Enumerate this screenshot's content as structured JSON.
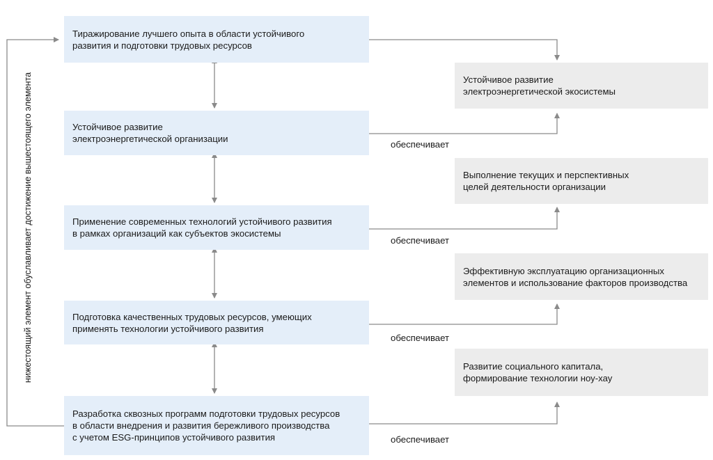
{
  "colors": {
    "left_box_bg": "#e4eef9",
    "right_box_bg": "#ececec",
    "connector": "#8a8a8a"
  },
  "left_boxes": [
    {
      "text": "Тиражирование лучшего опыта в области устойчивого\nразвития и подготовки трудовых ресурсов"
    },
    {
      "text": "Устойчивое развитие\nэлектроэнергетической организации"
    },
    {
      "text": "Применение современных технологий устойчивого развития\nв рамках организаций как субъектов экосистемы"
    },
    {
      "text": "Подготовка качественных трудовых ресурсов, умеющих\nприменять технологии устойчивого развития"
    },
    {
      "text": "Разработка сквозных программ подготовки трудовых ресурсов\nв области внедрения и развития бережливого производства\nс учетом ESG-принципов устойчивого развития"
    }
  ],
  "right_boxes": [
    {
      "text": "Устойчивое развитие\nэлектроэнергетической экосистемы"
    },
    {
      "text": "Выполнение текущих и перспективных\nцелей деятельности организации"
    },
    {
      "text": "Эффективную эксплуатацию организационных\nэлементов и использование факторов производства"
    },
    {
      "text": "Развитие социального капитала,\nформирование технологии ноу-хау"
    }
  ],
  "connector_labels": [
    "обеспечивает",
    "обеспечивает",
    "обеспечивает",
    "обеспечивает"
  ],
  "side_label": "нижестоящий элемент обуславливает достижение вышестоящего элемента"
}
